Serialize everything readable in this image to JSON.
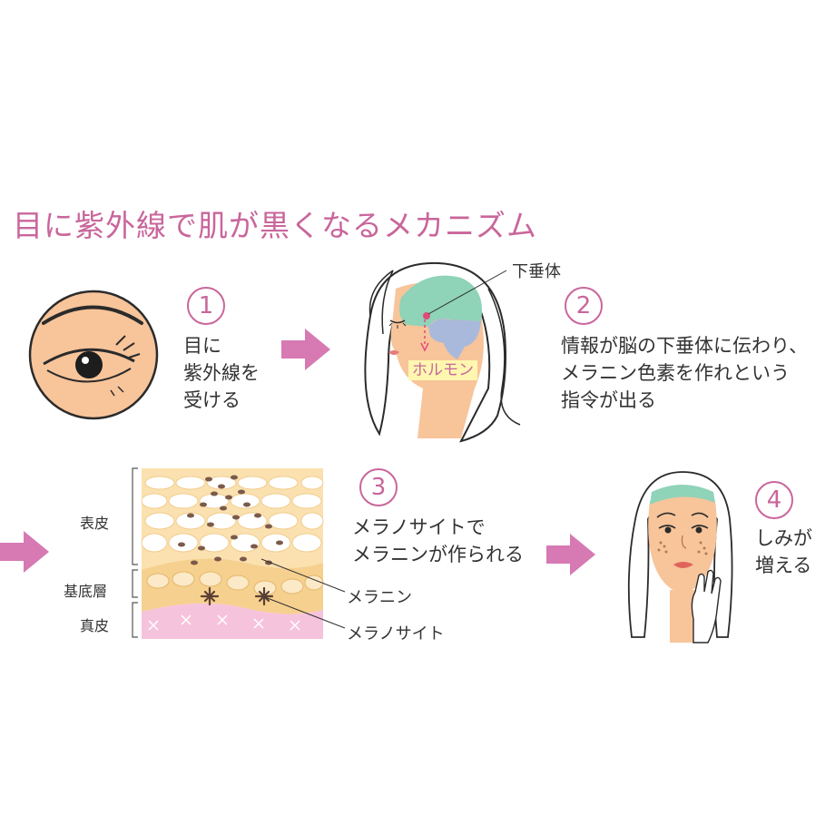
{
  "title": "目に紫外線で肌が黒くなるメカニズム",
  "steps": [
    {
      "num": "1",
      "lines": [
        "目に",
        "紫外線を",
        "受ける"
      ]
    },
    {
      "num": "2",
      "lines": [
        "情報が脳の下垂体に伝わり、",
        "メラニン色素を作れという",
        "指令が出る"
      ]
    },
    {
      "num": "3",
      "lines": [
        "メラノサイトで",
        "メラニンが作られる"
      ]
    },
    {
      "num": "4",
      "lines": [
        "しみが",
        "増える"
      ]
    }
  ],
  "labels": {
    "pituitary": "下垂体",
    "hormone": "ホルモン",
    "epidermis": "表皮",
    "basal_layer": "基底層",
    "dermis": "真皮",
    "melanin": "メラニン",
    "melanocyte": "メラノサイト"
  },
  "colors": {
    "accent": "#c9669b",
    "arrow": "#d779b3",
    "skin": "#f8c49a",
    "hormone_bg": "#fff7b0"
  }
}
